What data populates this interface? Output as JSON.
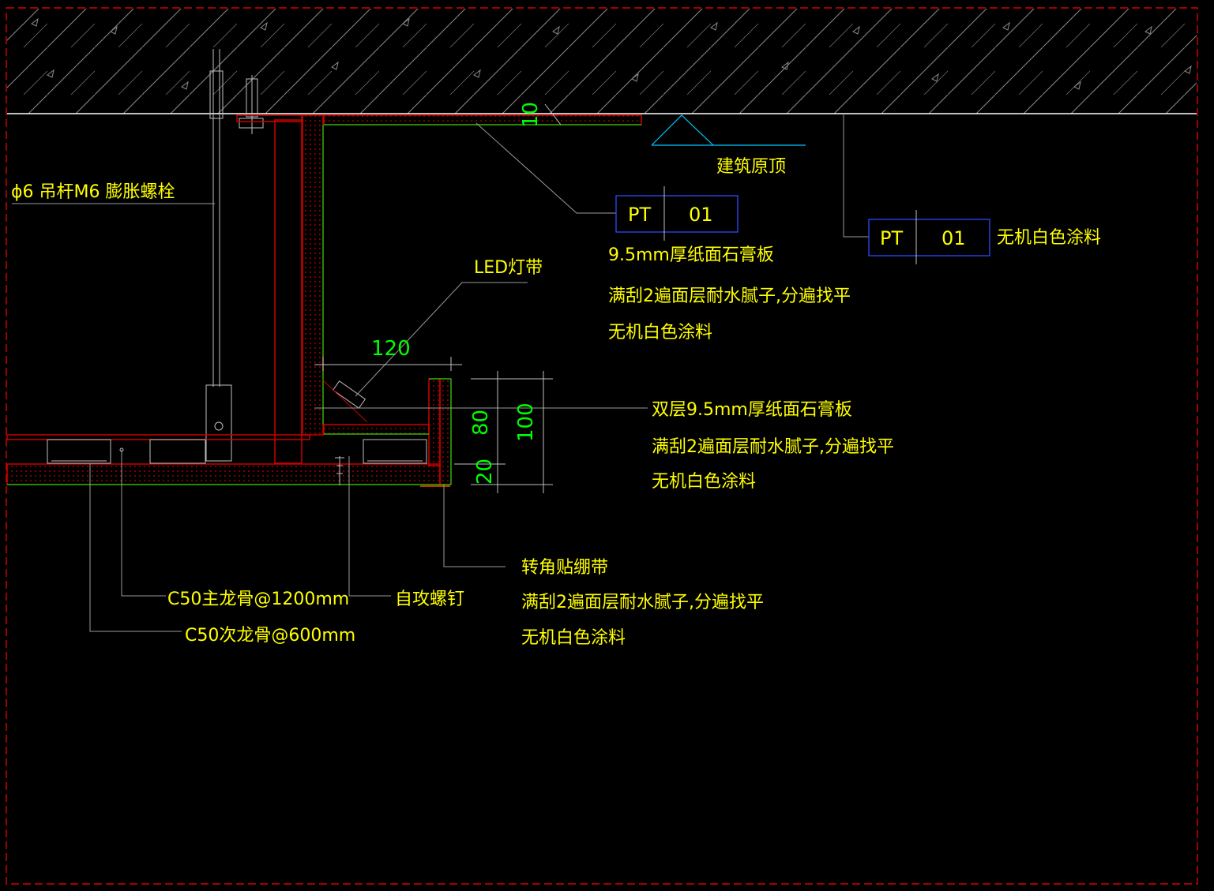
{
  "colors": {
    "background": "#000000",
    "text": "#ffff00",
    "dimension": "#00ff00",
    "board": "#cc0000",
    "frame": "#ff0000",
    "leader": "#9a9a9a",
    "tag_box": "#2a4bff"
  },
  "labels": {
    "hanger_rod": "ϕ6 吊杆M6 膨胀螺栓",
    "original_ceiling": "建筑原顶",
    "led_strip": "LED灯带",
    "main_keel": "C50主龙骨@1200mm",
    "secondary_keel": "C50次龙骨@600mm",
    "self_tapping_screw": "自攻螺钉",
    "corner_tape": "转角贴绷带",
    "putty_1": "满刮2遍面层耐水腻子,分遍找平",
    "paint_1": "无机白色涂料",
    "gypsum_single": "9.5mm厚纸面石膏板",
    "putty_2": "满刮2遍面层耐水腻子,分遍找平",
    "paint_2": "无机白色涂料",
    "gypsum_double": "双层9.5mm厚纸面石膏板",
    "putty_3": "满刮2遍面层耐水腻子,分遍找平",
    "paint_3": "无机白色涂料",
    "paint_right": "无机白色涂料"
  },
  "tags": [
    {
      "code": "PT",
      "number": "01"
    },
    {
      "code": "PT",
      "number": "01"
    }
  ],
  "dimensions": {
    "led_width": "120",
    "top_gap": "10",
    "return_height": "80",
    "total_height": "100",
    "board_thickness": "20"
  }
}
